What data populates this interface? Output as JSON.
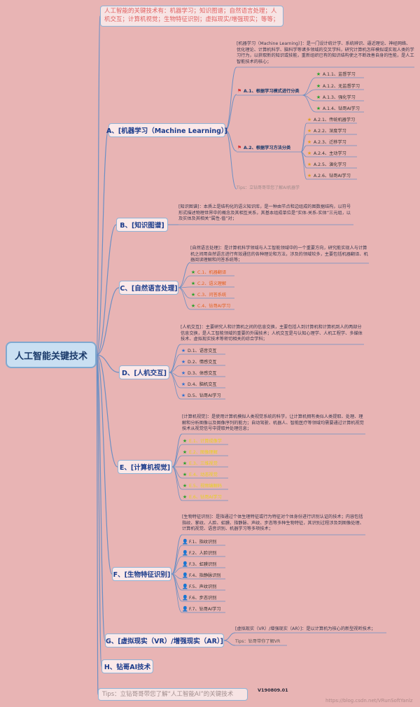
{
  "header_note": "人工智能的关键技术有：机器学习；知识图谱；自然语言处理；人机交互；计算机视觉；生物特征识别；虚拟现实/增强现实；等等；",
  "root_title": "人工智能关键技术",
  "colors": {
    "background": "#e8b4b4",
    "line": "#6b8fc4",
    "branch_text": "#1a3a8a",
    "note_text": "#e06060"
  },
  "branch_a": {
    "title": "A、[机器学习（Machine Learning）]",
    "desc": "[机器学习（Machine Learning）]：是一门设计统计学、系统辨识、逼近理论、神经网络、优化理论、计算机科学、脑科学等诸多领域的交叉学科，研究计算机怎样模拟或实现人类的学习行为，以获取新的知识或技能，重新组织已有的知识结构使之不断改善自身的性能，是人工智能技术的核心；",
    "groups": [
      {
        "label": "A.1、根据学习模式进行分类",
        "icon": "flag-icon",
        "items": [
          "A.1.1、监督学习",
          "A.1.2、无监督学习",
          "A.1.3、强化学习",
          "A.1.4、钻哥AI学习"
        ]
      },
      {
        "label": "A.2、根据学习方法分类",
        "icon": "flag-icon",
        "items": [
          "A.2.1、传统机器学习",
          "A.2.2、深度学习",
          "A.2.3、迁移学习",
          "A.2.4、主动学习",
          "A.2.5、演化学习",
          "A.2.6、钻哥AI学习"
        ]
      }
    ],
    "tip": "Tips：立钻哥哥带您了解AI机器学"
  },
  "branch_b": {
    "title": "B、[知识图谱]",
    "desc": "[知识图谱]：本质上是结构化的语义知识库，是一种由节点和边组成的图数据结构，以符号形式描述物理世界中的概念及其相互关系，其基本组成单位是“实体-关系-实体”三元组，以及实体及其相关“属性-值”对；"
  },
  "branch_c": {
    "title": "C、[自然语言处理]",
    "desc": "[自然语言处理]：是计算机科学领域与人工智能领域中的一个重要方向，研究能实现人与计算机之间用自然语言进行有效通信的各种理论和方法，涉及的领域较多，主要包括机器翻译、机器阅读理解和问答系统等；",
    "items": [
      "C.1、机器翻译",
      "C.2、语义理解",
      "C.3、问答系统",
      "C.4、钻哥AI学习"
    ]
  },
  "branch_d": {
    "title": "D、[人机交互]",
    "desc": "[人机交互]：主要研究人和计算机之间的信息交换，主要包括人到计算机和计算机到人的两部分信息交换，是人工智能领域的重要的外围技术；人机交互是与认知心理学、人机工程学、多媒体技术、虚拟现实技术等密切相关的综合学科；",
    "items": [
      "D.1、语音交互",
      "D.2、情感交互",
      "D.3、体感交互",
      "D.4、脑机交互",
      "D.5、钻哥AI学习"
    ]
  },
  "branch_e": {
    "title": "E、[计算机视觉]",
    "desc": "[计算机视觉]：是使用计算机模拟人类视觉系统的科学，让计算机拥有类似人类提取、处理、理解和分析图像以及图像序列的能力；自动驾驶、机器人、智能医疗等领域均需要通过计算机视觉技术从视觉信号中提取并处理信息；",
    "items": [
      "E.1、计算成像学",
      "E.2、图像理解",
      "E.3、三维视觉",
      "E.4、动态视觉",
      "E.5、视频编解码",
      "E.6、钻哥AI学习"
    ]
  },
  "branch_f": {
    "title": "F、[生物特征识别]",
    "desc": "[生物特征识别]：是指通过个体生理特征或行为特征对个体身份进行识别认证的技术；内容包括指纹、掌纹、人脸、虹膜、指静脉、声纹、步态等多种生物特征，其识别过程涉及到图像处理、计算机视觉、语音识别、机器学习等多项技术；",
    "items": [
      "F.1、指纹识别",
      "F.2、人脸识别",
      "F.3、虹膜识别",
      "F.4、指静脉识别",
      "F.5、声纹识别",
      "F.6、步态识别",
      "F.7、钻哥AI学习"
    ]
  },
  "branch_g": {
    "title": "G、[虚拟现实（VR）/增强现实（AR）]",
    "desc": "[虚拟现实（VR）/增强现实（AR）]：是以计算机为核心的新型视听技术；",
    "tip": "Tips：钻哥带你了解VR"
  },
  "branch_h": {
    "title": "H、钻哥AI技术"
  },
  "footer_tip": "Tips：立钻哥哥带您了解“人工智能AI”的关键技术",
  "version": "V190809.01",
  "watermark": "https://blog.csdn.net/VRunSoftYanlz"
}
